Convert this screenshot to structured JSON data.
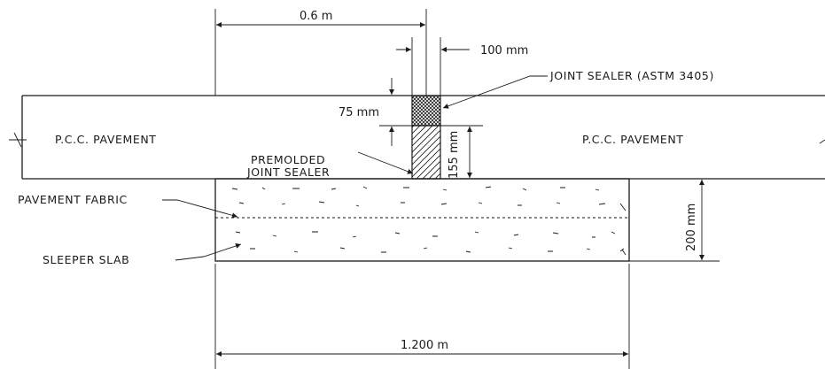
{
  "labels": {
    "pcc_left": "P.C.C. PAVEMENT",
    "pcc_right": "P.C.C. PAVEMENT",
    "joint_sealer": "JOINT SEALER (ASTM 3405)",
    "premolded_line1": "PREMOLDED",
    "premolded_line2": "JOINT SEALER",
    "pavement_fabric": "PAVEMENT FABRIC",
    "sleeper_slab": "SLEEPER SLAB"
  },
  "dimensions": {
    "top_width": "0.6 m",
    "joint_width": "100 mm",
    "sealer_depth": "75 mm",
    "premolded_depth": "155 mm",
    "slab_thickness": "200 mm",
    "slab_width": "1.200 m"
  },
  "colors": {
    "line": "#1a1a1a",
    "background": "#ffffff"
  }
}
